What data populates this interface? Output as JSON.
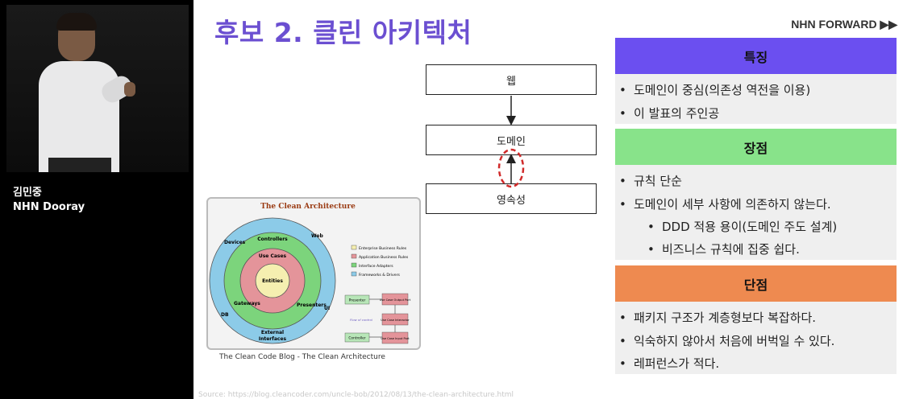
{
  "speaker": {
    "name": "김민중",
    "org": "NHN Dooray"
  },
  "slide": {
    "title": "후보 2. 클린 아키텍처",
    "brand": "NHN FORWARD ▶▶",
    "diagram": {
      "web": "웹",
      "domain": "도메인",
      "persistence": "영속성"
    },
    "image": {
      "title": "The Clean Architecture",
      "rings": {
        "devices": "Devices",
        "web": "Web",
        "controllers": "Controllers",
        "use_cases": "Use Cases",
        "entities": "Entities",
        "gateways": "Gateways",
        "presenters": "Presenters",
        "db": "DB",
        "ui": "UI",
        "external": "External",
        "interfaces": "Interfaces"
      },
      "legend": [
        "Enterprise Business Rules",
        "Application Business Rules",
        "Interface Adapters",
        "Frameworks & Drivers"
      ],
      "flow": {
        "presenter": "Presenter",
        "controller": "Controller",
        "output_port": "Use Case Output Port",
        "interactor": "Use Case Interactor",
        "input_port": "Use Case Input Port",
        "flow_label": "Flow of control"
      },
      "caption": "The Clean Code Blog - The Clean Architecture"
    },
    "source": "Source: https://blog.cleancoder.com/uncle-bob/2012/08/13/the-clean-architecture.html",
    "panels": {
      "features": {
        "title": "특징",
        "color": "#6b4ff0",
        "items": [
          "도메인이 중심(의존성 역전을 이용)",
          "이 발표의 주인공"
        ]
      },
      "pros": {
        "title": "장점",
        "color": "#88e38a",
        "items": [
          "규칙 단순",
          "도메인이 세부 사항에 의존하지 않는다."
        ],
        "sub_items": [
          "DDD 적용 용이(도메인 주도 설계)",
          "비즈니스 규칙에 집중 쉽다."
        ]
      },
      "cons": {
        "title": "단점",
        "color": "#ee8a50",
        "items": [
          "패키지 구조가 계층형보다 복잡하다.",
          "익숙하지 않아서 처음에 버벅일 수 있다.",
          "레퍼런스가 적다."
        ]
      }
    }
  }
}
